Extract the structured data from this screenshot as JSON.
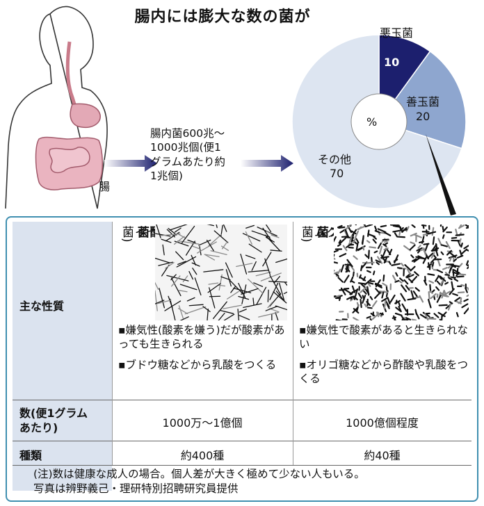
{
  "title": "腸内には膨大な数の菌が",
  "intestine_label": "腸",
  "description": [
    "腸内菌600兆〜",
    "1000兆個(便1",
    "グラムあたり約",
    "1兆個)"
  ],
  "chart_data": {
    "type": "pie",
    "unit": "%",
    "categories": [
      "悪玉菌",
      "善玉菌",
      "その他"
    ],
    "values": [
      10,
      20,
      70
    ],
    "colors": [
      "#1c1f6e",
      "#8ea6cf",
      "#dde5f1"
    ]
  },
  "table": {
    "row_labels": {
      "properties": "主な性質",
      "count": "数(便1グラム\nあたり)",
      "kinds": "種類"
    },
    "lactobacillus": {
      "name_line1": "乳酸菌",
      "name_line2": "(カゼイ菌)",
      "prop1": "▪嫌気性(酸素を嫌う)だが酸素があっても生きられる",
      "prop2": "▪ブドウ糖などから乳酸をつくる",
      "count": "1000万〜1億個",
      "kinds": "約400種"
    },
    "bifidobacterium": {
      "name_line1": "ビフィズス菌",
      "name_line2": "(ロングム菌)",
      "prop1": "▪嫌気性で酸素があると生きられない",
      "prop2": "▪オリゴ糖などから酢酸や乳酸をつくる",
      "count": "1000億個程度",
      "kinds": "約40種"
    }
  },
  "note_line1": "(注)数は健康な成人の場合。個人差が大きく極めて少ない人もいる。",
  "note_line2": "写真は辨野義己・理研特別招聘研究員提供"
}
